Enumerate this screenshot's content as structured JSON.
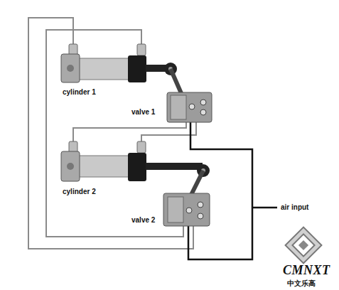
{
  "diagram": {
    "labels": [
      "cylinder 1",
      "valve 1",
      "cylinder 2",
      "valve 2",
      "air input",
      "CMNXT",
      "中文乐高"
    ]
  }
}
